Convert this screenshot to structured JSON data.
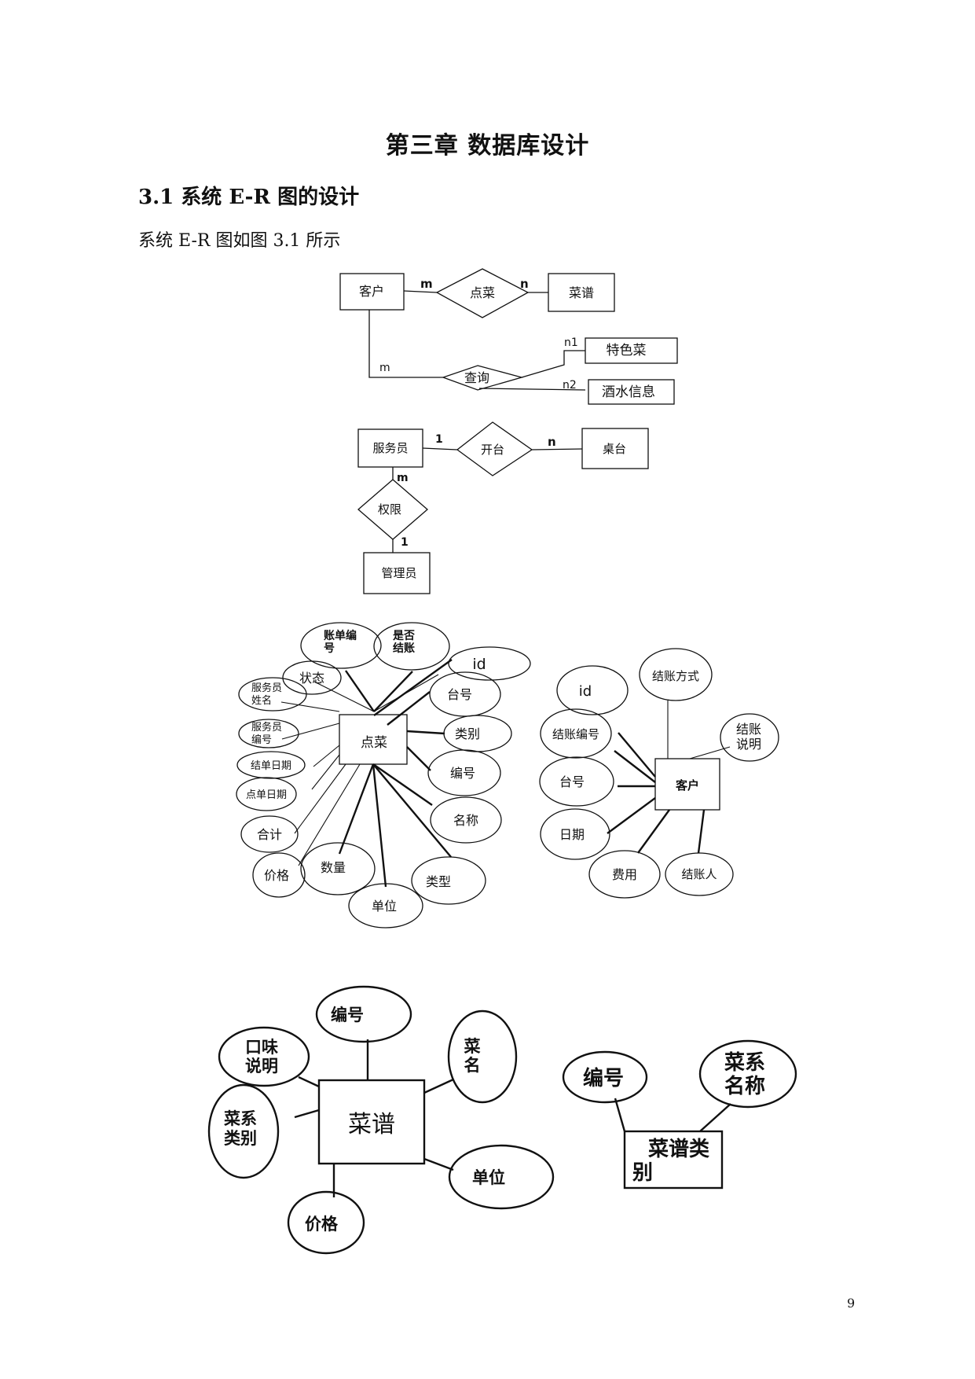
{
  "page": {
    "chapter_title": "第三章 数据库设计",
    "section_title": "3.1 系统 E-R 图的设计",
    "body_text": "系统 E-R 图如图 3.1 所示",
    "page_number": "9"
  },
  "diagram1": {
    "customer": "客户",
    "order_rel": "点菜",
    "menu": "菜谱",
    "card_m_top": "m",
    "card_n_top": "n",
    "query_rel": "查询",
    "card_m_query": "m",
    "card_n1": "n1",
    "card_n2": "n2",
    "special_dish": "特色菜",
    "drink_info": "酒水信息"
  },
  "diagram2": {
    "waiter": "服务员",
    "open_rel": "开台",
    "table": "桌台",
    "card_1_open": "1",
    "card_n_open": "n",
    "card_m_perm": "m",
    "perm_rel": "权限",
    "card_1_perm": "1",
    "manager": "管理员"
  },
  "diagram3": {
    "entity": "点菜",
    "attributes": [
      "账单编号",
      "是否结账",
      "id",
      "台号",
      "类别",
      "编号",
      "名称",
      "类型",
      "单位",
      "数量",
      "价格",
      "合计",
      "点单日期",
      "结单日期",
      "服务员编号",
      "服务员姓名",
      "状态"
    ]
  },
  "diagram4": {
    "entity": "客户",
    "attributes": [
      "id",
      "结账方式",
      "结账说明",
      "结账编号",
      "台号",
      "日期",
      "费用",
      "结账人"
    ]
  },
  "diagram5": {
    "entity": "菜谱",
    "attributes": [
      "编号",
      "口味说明",
      "菜名",
      "菜系类别",
      "单位",
      "价格"
    ]
  },
  "diagram6": {
    "entity": "菜谱类别",
    "attributes": [
      "编号",
      "菜系名称"
    ]
  }
}
